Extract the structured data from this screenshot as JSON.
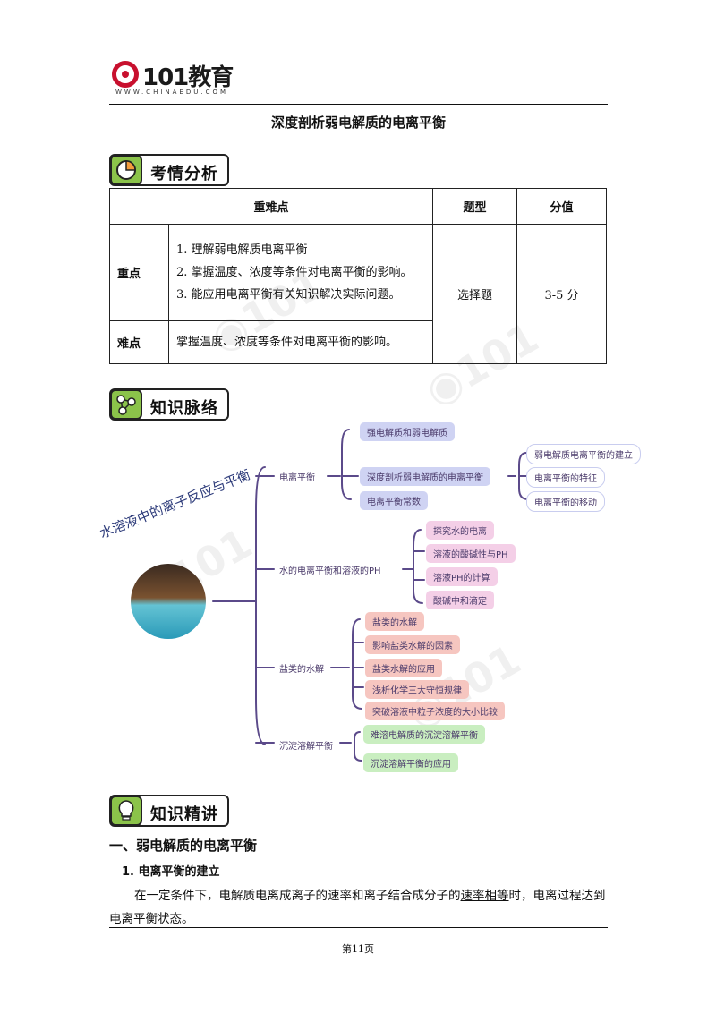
{
  "header": {
    "logo_text": "101教育",
    "logo_sub": "WWW.CHINAEDU.COM",
    "doc_title": "深度剖析弱电解质的电离平衡"
  },
  "section1": {
    "label": "考情分析",
    "table": {
      "headers": [
        "重难点",
        "题型",
        "分值"
      ],
      "key_row": {
        "label": "重点",
        "items": [
          "1. 理解弱电解质电离平衡",
          "2. 掌握温度、浓度等条件对电离平衡的影响。",
          "3. 能应用电离平衡有关知识解决实际问题。"
        ],
        "type": "选择题",
        "score": "3-5 分"
      },
      "hard_row": {
        "label": "难点",
        "text": "掌握温度、浓度等条件对电离平衡的影响。"
      }
    }
  },
  "section2": {
    "label": "知识脉络",
    "mindmap": {
      "root": "水溶液中的离子反应与平衡",
      "b1": {
        "label": "电离平衡",
        "children": [
          "强电解质和弱电解质",
          "深度剖析弱电解质的电离平衡",
          "电离平衡常数"
        ],
        "grandchildren": [
          "弱电解质电离平衡的建立",
          "电离平衡的特征",
          "电离平衡的移动"
        ]
      },
      "b2": {
        "label": "水的电离平衡和溶液的PH",
        "children": [
          "探究水的电离",
          "溶液的酸碱性与PH",
          "溶液PH的计算",
          "酸碱中和滴定"
        ]
      },
      "b3": {
        "label": "盐类的水解",
        "children": [
          "盐类的水解",
          "影响盐类水解的因素",
          "盐类水解的应用",
          "浅析化学三大守恒规律",
          "突破溶液中粒子浓度的大小比较"
        ]
      },
      "b4": {
        "label": "沉淀溶解平衡",
        "children": [
          "难溶电解质的沉淀溶解平衡",
          "沉淀溶解平衡的应用"
        ]
      }
    }
  },
  "section3": {
    "label": "知识精讲",
    "h1": "一、弱电解质的电离平衡",
    "h2": "1. 电离平衡的建立",
    "para_before": "在一定条件下，电解质电离成离子的速率和离子结合成分子的",
    "para_underlined": "速率相等",
    "para_after": "时，电离过程达到电离平衡状态。"
  },
  "footer": {
    "page": "第11页"
  },
  "colors": {
    "brand_red": "#c8102e",
    "icon_green": "#8bc34a",
    "branch_line": "#5b4a8a"
  }
}
